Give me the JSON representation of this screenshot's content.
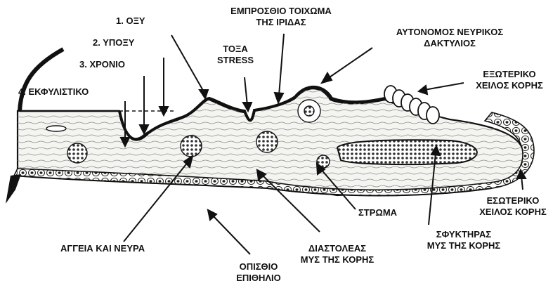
{
  "labels": {
    "acute": "1. ΟΞΥ",
    "subacute": "2. ΥΠΟΞΥ",
    "chronic": "3. ΧΡΟΝΙΟ",
    "degenerative": "4. ΕΚΦΥΛΙΣΤΙΚΟ",
    "anterior_iris_wall_1": "ΕΜΠΡΟΣΘΙΟ ΤΟΙΧΩΜΑ",
    "anterior_iris_wall_2": "ΤΗΣ ΙΡΙΔΑΣ",
    "stress_arc_1": "ΤΟΞΑ",
    "stress_arc_2": "STRESS",
    "autonomic_ring_1": "ΑΥΤΟΝΟΜΟΣ ΝΕΥΡΙΚΟΣ",
    "autonomic_ring_2": "ΔΑΚΤΥΛΙΟΣ",
    "outer_pupil_1": "ΕΞΩΤΕΡΙΚΟ",
    "outer_pupil_2": "ΧΕΙΛΟΣ ΚΟΡΗΣ",
    "inner_pupil_1": "ΕΣΩΤΕΡΙΚΟ",
    "inner_pupil_2": "ΧΕΙΛΟΣ ΚΟΡΗΣ",
    "stroma": "ΣΤΡΩΜΑ",
    "sphincter_1": "ΣΦΥΚΤΗΡΑΣ",
    "sphincter_2": "ΜΥΣ ΤΗΣ ΚΟΡΗΣ",
    "dilator_1": "ΔΙΑΣΤΟΛΕΑΣ",
    "dilator_2": "ΜΥΣ ΤΗΣ ΚΟΡΗΣ",
    "vessels_nerves": "ΑΓΓΕΙΑ ΚΑΙ ΝΕΥΡΑ",
    "posterior_epithelium_1": "ΟΠΙΣΘΙΟ",
    "posterior_epithelium_2": "ΕΠΙΘΗΛΙΟ"
  },
  "colors": {
    "ink": "#111111",
    "paper": "#ffffff",
    "tissue": "#f4f4f0"
  }
}
